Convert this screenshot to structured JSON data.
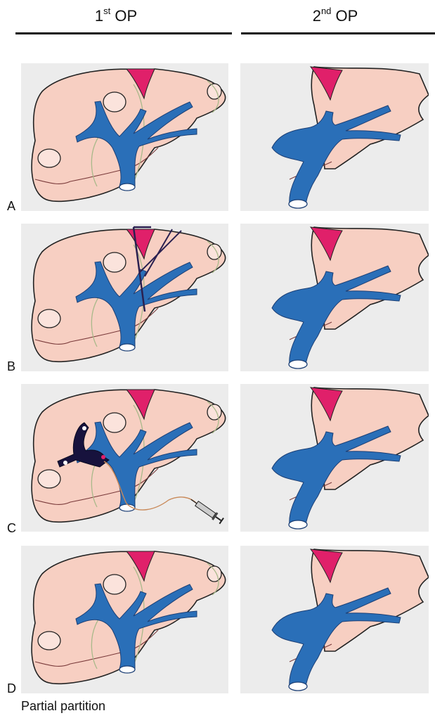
{
  "header": {
    "col1": {
      "base": "1",
      "sup": "st",
      "rest": " OP"
    },
    "col2": {
      "base": "2",
      "sup": "nd",
      "rest": " OP"
    }
  },
  "rows": [
    {
      "label": "A",
      "tool": "none"
    },
    {
      "label": "B",
      "tool": "clamp"
    },
    {
      "label": "C",
      "tool": "injection"
    },
    {
      "label": "D",
      "tool": "none"
    }
  ],
  "caption": "Partial partition",
  "colors": {
    "liver": "#f7cfc2",
    "vein": "#2a6fb8",
    "ligament": "#e0206a",
    "embolized": "#17123d",
    "suture": "#a9b98a",
    "background": "#ececec"
  }
}
